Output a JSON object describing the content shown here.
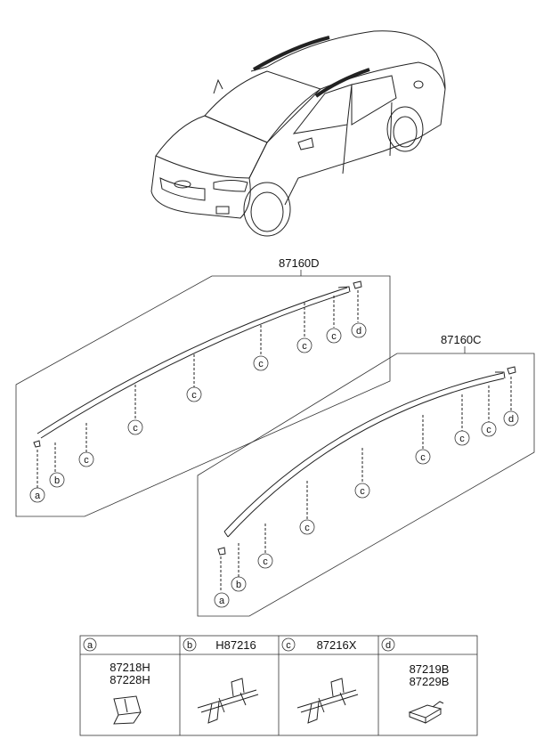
{
  "upper_assembly": {
    "part_no": "87160D"
  },
  "lower_assembly": {
    "part_no": "87160C"
  },
  "callouts": {
    "a": "a",
    "b": "b",
    "c": "c",
    "d": "d"
  },
  "legend_table": [
    {
      "key": "a",
      "parts": [
        "87218H",
        "87228H"
      ]
    },
    {
      "key": "b",
      "parts": [
        "H87216"
      ]
    },
    {
      "key": "c",
      "parts": [
        "87216X"
      ]
    },
    {
      "key": "d",
      "parts": [
        "87219B",
        "87229B"
      ]
    }
  ]
}
